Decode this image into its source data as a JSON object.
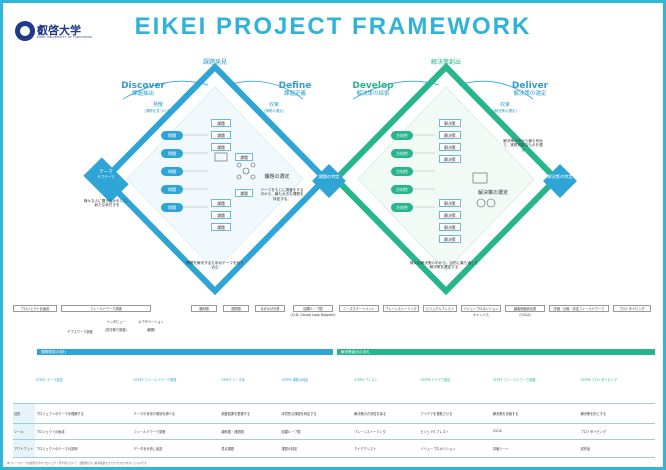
{
  "logo": {
    "name": "叡啓大学",
    "sub": "EIKEI UNIVERSITY OF HIROSHIMA"
  },
  "title": "EIKEI PROJECT FRAMEWORK",
  "sections": {
    "left": "課題発見",
    "right": "解決策創出"
  },
  "phases": {
    "discover": {
      "en": "Discover",
      "ja": "課題抽出"
    },
    "define": {
      "en": "Define",
      "ja": "課題定義"
    },
    "develop": {
      "en": "Develop",
      "ja": "解決策の探索"
    },
    "deliver": {
      "en": "Deliver",
      "ja": "解決策の選定"
    }
  },
  "diverge_left": {
    "label": "発散",
    "sub": "(課題を見つける)"
  },
  "converge_left": {
    "label": "収束",
    "sub": "(課題の選定)"
  },
  "converge_right": {
    "label": "収束",
    "sub": "(解決策の選定)"
  },
  "nodes": {
    "theme": {
      "label": "テーマ",
      "sub": "サブテーマ"
    },
    "specified_problem": {
      "label": "課題の特定"
    },
    "solution": {
      "label": "解決策の特定"
    }
  },
  "center_left": {
    "label": "課題の選定",
    "note": "テーマをもとに調査をする中から、最も大きな課題を特定する。"
  },
  "center_right": {
    "label": "解決策の選定"
  },
  "left_pills": [
    "問題",
    "問題",
    "問題",
    "問題",
    "問題"
  ],
  "left_boxes": [
    "課題",
    "課題",
    "課題",
    "課題",
    "課題",
    "課題",
    "課題",
    "課題"
  ],
  "right_pills": [
    "方向性",
    "方向性",
    "方向性",
    "方向性",
    "方向性"
  ],
  "right_boxes": [
    "解決策",
    "解決策",
    "解決策",
    "解決策",
    "解決策",
    "解決策",
    "解決策",
    "解決策"
  ],
  "notes": {
    "theme_note": "様々な人に聞き込みをして、新たな気付きを",
    "left_bottom": "問題を解決するためのテーマを絞り込む",
    "right_bottom": "様々な解決策の中から、目的に最も適した解決策を選定する",
    "deliver_note": "解決策の中から最も有効で、実現可能なものを選ぶ"
  },
  "tools": [
    {
      "name": "プロジェクト計画書",
      "cap": ""
    },
    {
      "name": "フィールドワーク調査",
      "cap": "デプスワーク調査"
    },
    {
      "name": "インタビュー",
      "cap": "(聞き取り調査)"
    },
    {
      "name": "オブザベーション",
      "cap": "(観察)"
    },
    {
      "name": "親和図",
      "cap": ""
    },
    {
      "name": "連関図",
      "cap": ""
    },
    {
      "name": "なぜなぜ分析",
      "cap": ""
    },
    {
      "name": "因果ループ図",
      "cap": "(CLD: Causal Loop Diagram)"
    },
    {
      "name": "ニーズステートメント",
      "cap": ""
    },
    {
      "name": "ブレーンストーミング",
      "cap": ""
    },
    {
      "name": "ビジュアルブレスト",
      "cap": ""
    },
    {
      "name": "バリュープロポジションキャンバス",
      "cap": ""
    },
    {
      "name": "顧客価値創出表",
      "cap": "(CVCA)"
    },
    {
      "name": "評価・比較・評定フィールドワーク",
      "cap": ""
    },
    {
      "name": "プロトタイピング",
      "cap": ""
    }
  ],
  "table": {
    "left_group": "課題発見の流れ",
    "right_group": "解決策創出の流れ",
    "steps": [
      "STEP1 テーマ設定",
      "STEP2 フィールドワーク調査",
      "STEP3 シーズ化",
      "STEP4 課題の特定",
      "STEP5 ブレスト",
      "STEP6 アイデア創出",
      "STEP7 フィールドワーク調査",
      "STEP8 プロトタイピング"
    ],
    "rows": [
      {
        "head": "目的",
        "cells": [
          "プロジェクトのテーマを理解する",
          "テーマの背景や現状を調べる",
          "調査結果を整理する",
          "本質的な課題を特定する",
          "解決策の方向性を探る",
          "アイデアを発散させる",
          "解決策を評価する",
          "解決策を形にする"
        ]
      },
      {
        "head": "ツール",
        "cells": [
          "プロジェクト計画書",
          "フィールドワーク調査",
          "親和図・連関図",
          "因果ループ図",
          "ブレーンストーミング",
          "ビジュアルブレスト",
          "CVCA",
          "プロトタイピング"
        ]
      },
      {
        "head": "アウトプット",
        "cells": [
          "プロジェクトのテーマの説明",
          "データを分析し仮説",
          "重点課題",
          "課題の特定",
          "アイデアリスト",
          "バリュープロポジション",
          "評価シート",
          "試作品"
        ]
      }
    ]
  },
  "footer": "本フレームワークは叡啓大学のプロジェクト型学習において、課題発見から解決策創出までのプロセスを示したものです。"
}
